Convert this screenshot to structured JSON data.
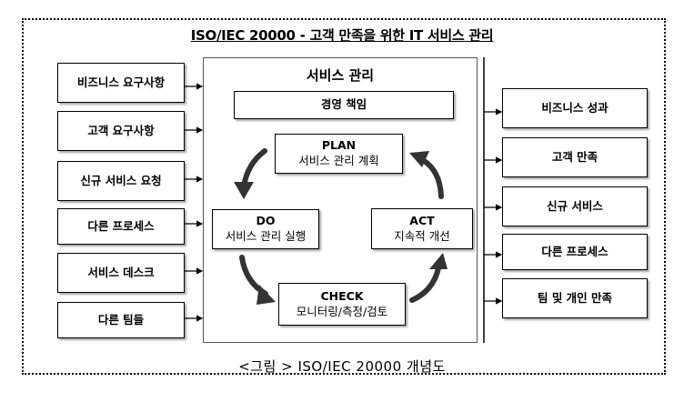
{
  "title": "ISO/IEC 20000 - 고객 만족을 위한 IT 서비스 관리",
  "inputs": [
    {
      "label": "비즈니스 요구사항"
    },
    {
      "label": "고객 요구사항"
    },
    {
      "label": "신규 서비스 요청"
    },
    {
      "label": "다른 프로세스"
    },
    {
      "label": "서비스 데스크"
    },
    {
      "label": "다른 팀들"
    }
  ],
  "center": {
    "title": "서비스 관리",
    "management": "경영 책임",
    "cycle": {
      "plan": {
        "head": "PLAN",
        "sub": "서비스 관리 계획"
      },
      "do": {
        "head": "DO",
        "sub": "서비스 관리 실행"
      },
      "check": {
        "head": "CHECK",
        "sub": "모니터링/측정/검토"
      },
      "act": {
        "head": "ACT",
        "sub": "지속적 개선"
      }
    }
  },
  "outputs": [
    {
      "label": "비즈니스 성과"
    },
    {
      "label": "고객 만족"
    },
    {
      "label": "신규 서비스"
    },
    {
      "label": "다른 프로세스"
    },
    {
      "label": "팀 및 개인 만족"
    }
  ],
  "caption": "<그림 > ISO/IEC 20000 개념도",
  "colors": {
    "cycle_arrow": "#333333",
    "line": "#000000"
  }
}
